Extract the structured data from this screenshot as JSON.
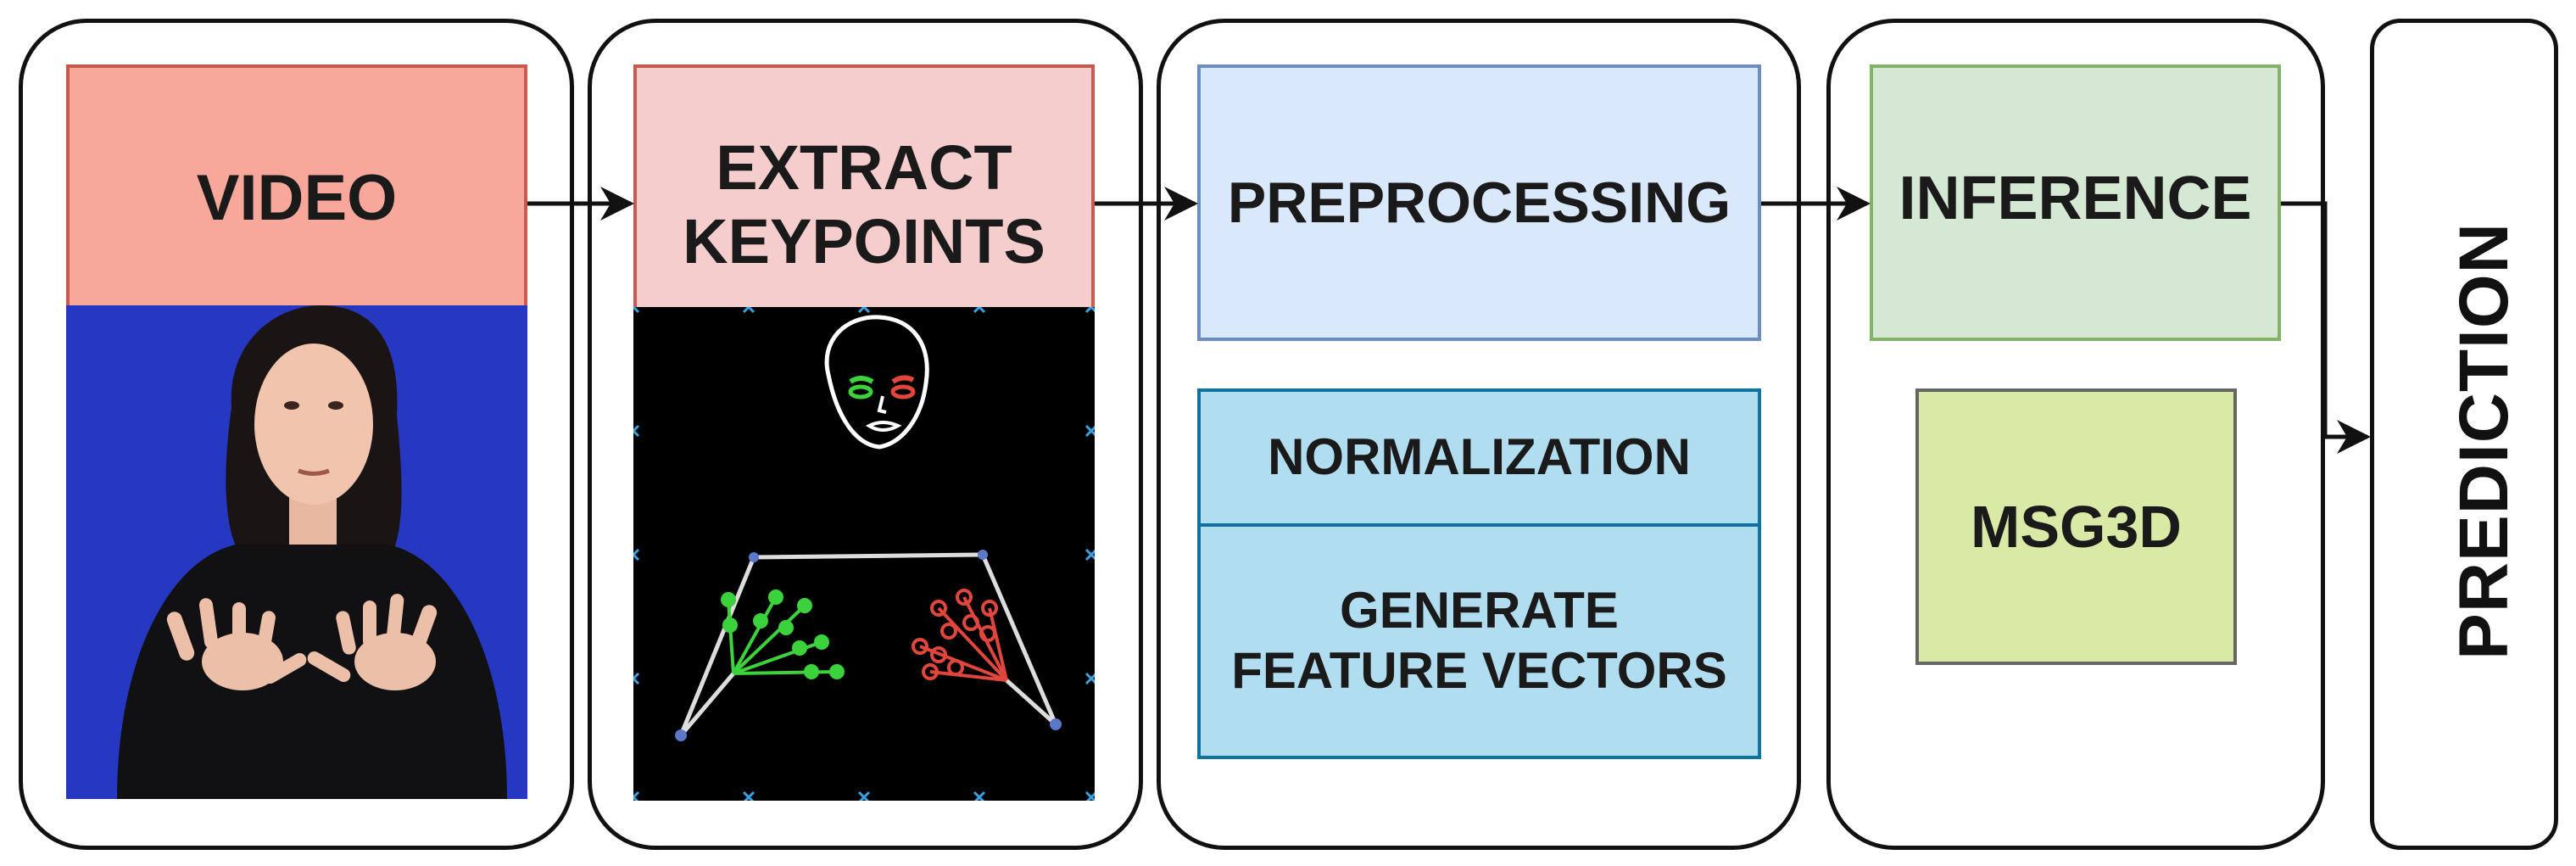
{
  "stages": {
    "video": "VIDEO",
    "extract": "EXTRACT\nKEYPOINTS",
    "preprocessing": "PREPROCESSING",
    "normalization": "NORMALIZATION",
    "generate": "GENERATE\nFEATURE VECTORS",
    "inference": "INFERENCE",
    "model": "MSG3D",
    "prediction": "PREDICTION"
  },
  "colors": {
    "video_box": "#f8a89a",
    "extract_box": "#f6cdcd",
    "preprocessing_box": "#dae8fc",
    "preprocessing_sub": "#b1ddf0",
    "inference_box": "#d5e8d4",
    "model_box": "#d9e9a6",
    "video_background": "#2638c2",
    "keypoint_left_hand": "#3bd23b",
    "keypoint_right_hand": "#e0463c",
    "keypoint_face": "#ffffff"
  }
}
